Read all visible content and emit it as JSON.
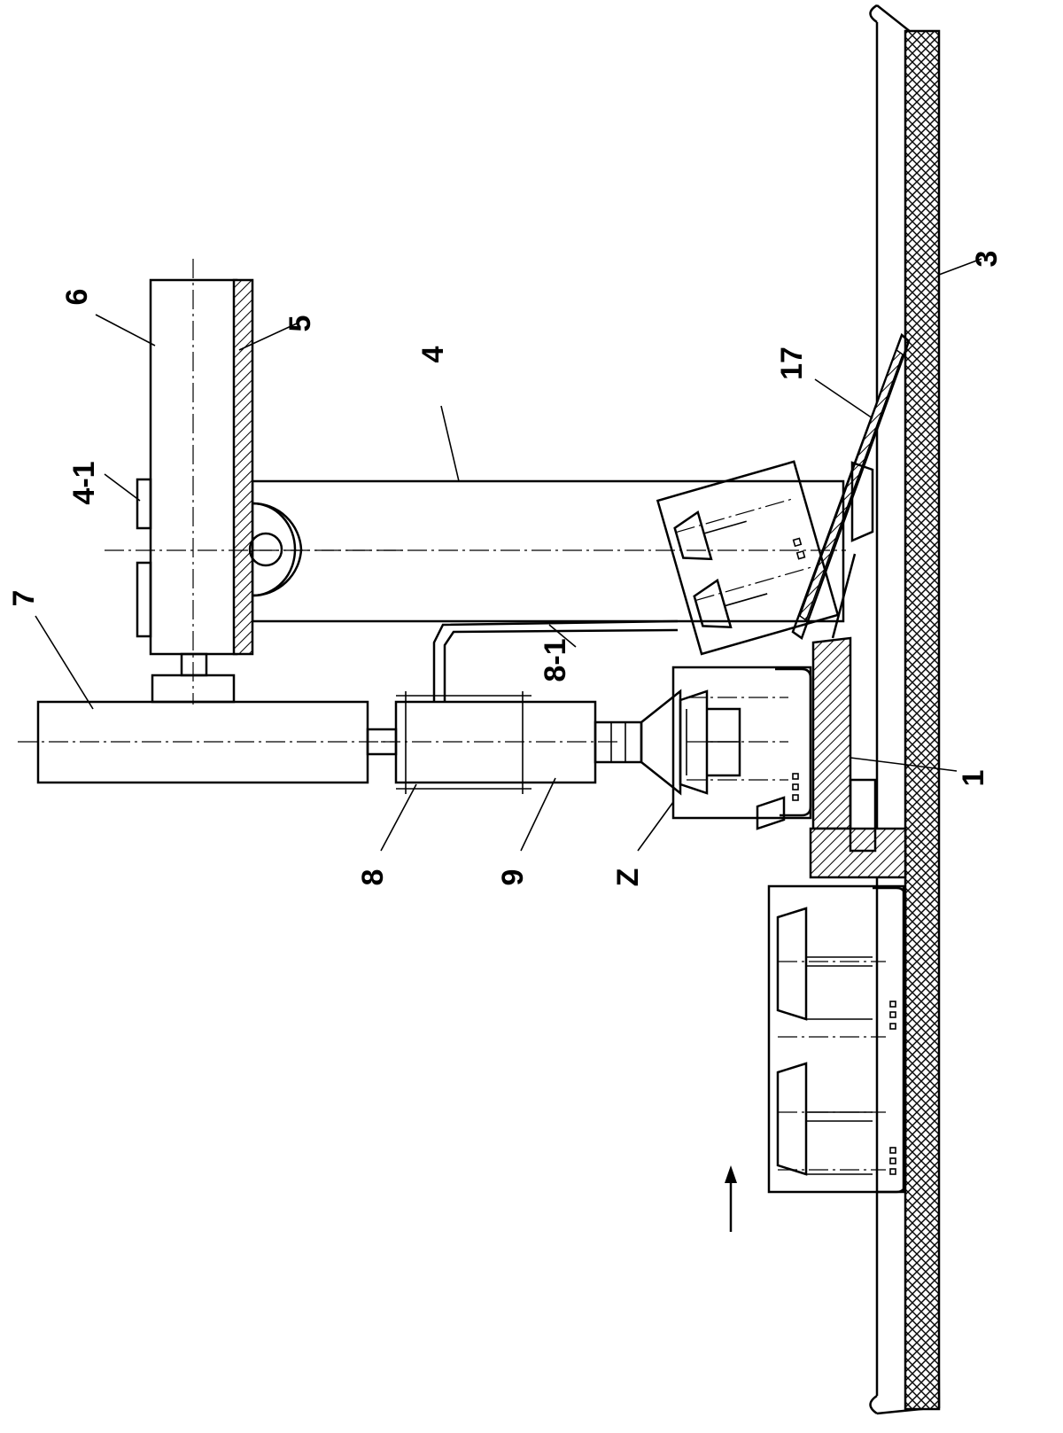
{
  "labels": {
    "l1": "1",
    "l3": "3",
    "l4": "4",
    "l4_1": "4-1",
    "l5": "5",
    "l6": "6",
    "l7": "7",
    "l8": "8",
    "l8_1": "8-1",
    "l9": "9",
    "l17": "17",
    "lZ": "Z"
  },
  "colors": {
    "ink": "#000000",
    "paper": "#ffffff"
  },
  "icons": {
    "direction": "arrow-up-icon"
  }
}
